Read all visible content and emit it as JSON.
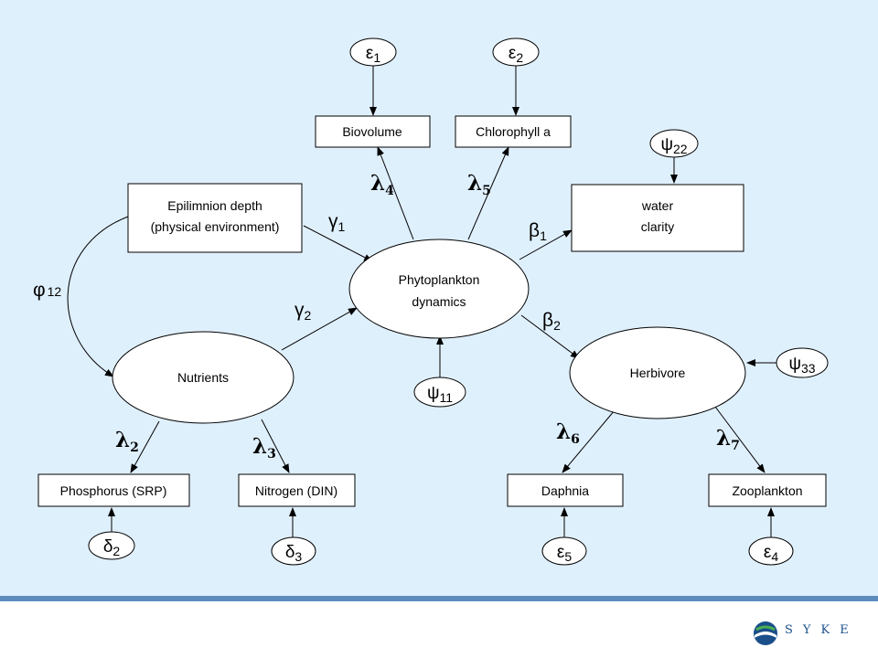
{
  "nodes": {
    "biovolume": "Biovolume",
    "chlorophyll": "Chlorophyll a",
    "epilimnion": [
      "Epilimnion depth",
      "(physical environment)"
    ],
    "water_clarity": [
      "water",
      "clarity"
    ],
    "phytoplankton": [
      "Phytoplankton",
      "dynamics"
    ],
    "nutrients": "Nutrients",
    "herbivore": "Herbivore",
    "phosphorus": "Phosphorus (SRP)",
    "nitrogen": "Nitrogen (DIN)",
    "daphnia": "Daphnia",
    "zooplankton": "Zooplankton"
  },
  "errors": {
    "e1": {
      "sym": "ε",
      "sub": "1"
    },
    "e2": {
      "sym": "ε",
      "sub": "2"
    },
    "e4": {
      "sym": "ε",
      "sub": "4"
    },
    "e5": {
      "sym": "ε",
      "sub": "5"
    },
    "d2": {
      "sym": "δ",
      "sub": "2"
    },
    "d3": {
      "sym": "δ",
      "sub": "3"
    },
    "psi11": {
      "sym": "ψ",
      "sub": "11"
    },
    "psi22": {
      "sym": "ψ",
      "sub": "22"
    },
    "psi33": {
      "sym": "ψ",
      "sub": "33"
    }
  },
  "paths": {
    "lambda2": {
      "sym": "λ",
      "sub": "2"
    },
    "lambda3": {
      "sym": "λ",
      "sub": "3"
    },
    "lambda4": {
      "sym": "λ",
      "sub": "4"
    },
    "lambda5": {
      "sym": "λ",
      "sub": "5"
    },
    "lambda6": {
      "sym": "λ",
      "sub": "6"
    },
    "lambda7": {
      "sym": "λ",
      "sub": "7"
    },
    "gamma1": {
      "sym": "γ",
      "sub": "1"
    },
    "gamma2": {
      "sym": "γ",
      "sub": "2"
    },
    "beta1": {
      "sym": "β",
      "sub": "1"
    },
    "beta2": {
      "sym": "β",
      "sub": "2"
    },
    "phi12": {
      "sym": "φ",
      "sub": "12"
    }
  },
  "logo": {
    "text": "SYKE"
  }
}
